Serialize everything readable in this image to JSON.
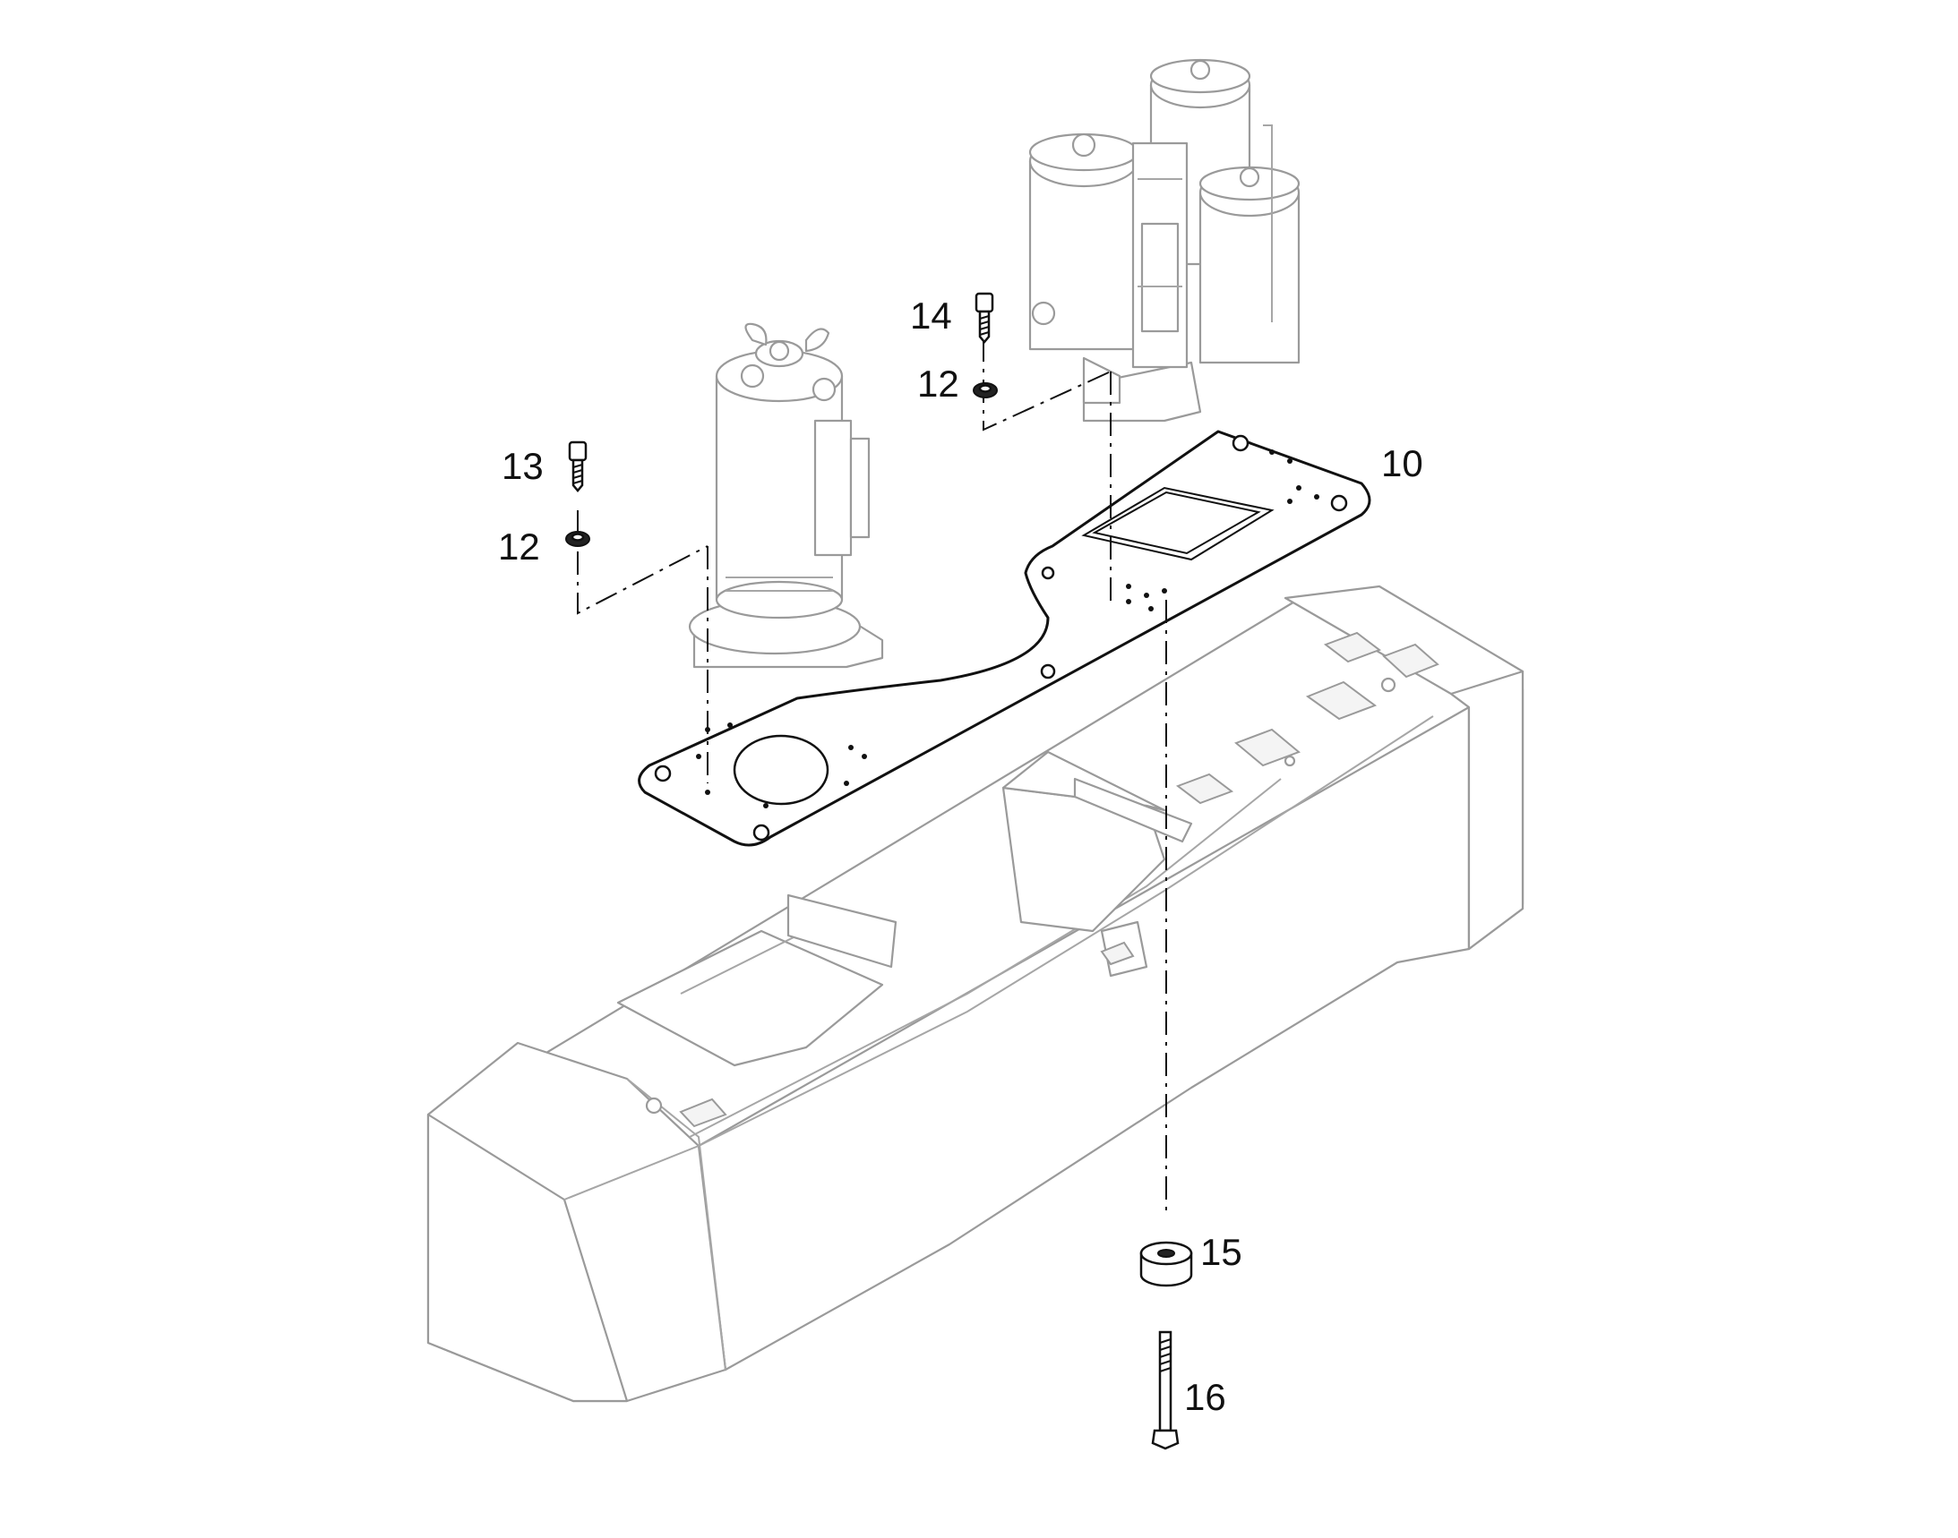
{
  "callouts": {
    "c10": "10",
    "c12a": "12",
    "c12b": "12",
    "c13": "13",
    "c14": "14",
    "c15": "15",
    "c16": "16"
  },
  "style": {
    "ink_color": "#111111",
    "ghost_color": "#9a9a9a",
    "background": "#ffffff"
  }
}
